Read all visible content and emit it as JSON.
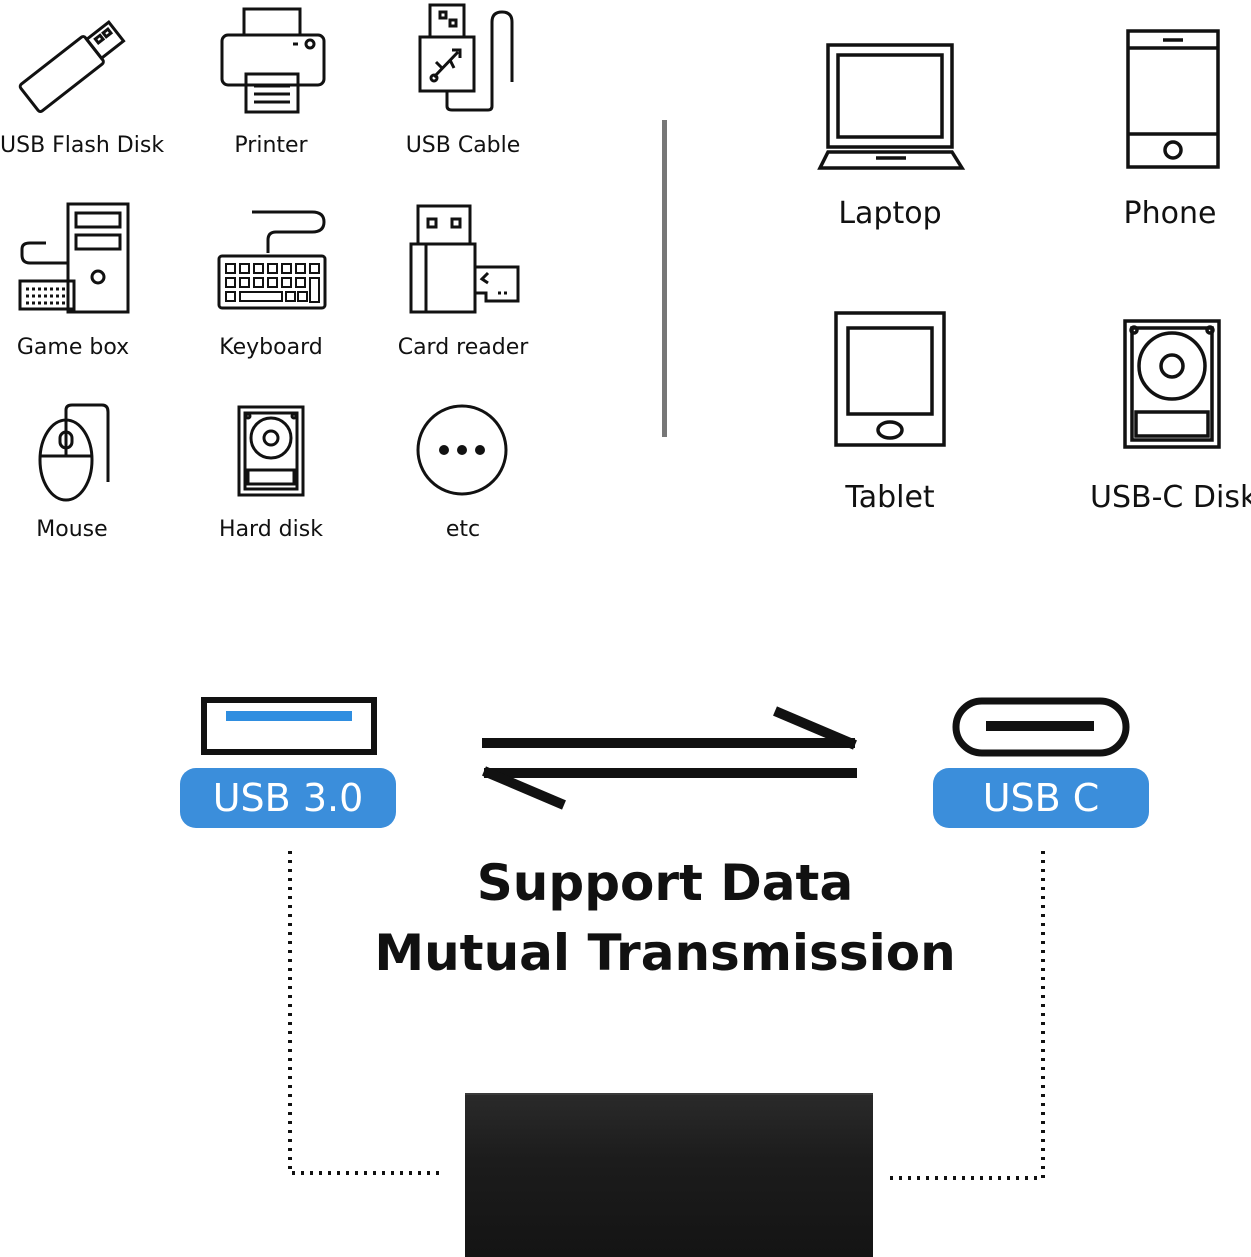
{
  "usb_a_devices": [
    {
      "label": "USB Flash Disk",
      "icon": "usb-flash-disk-icon"
    },
    {
      "label": "Printer",
      "icon": "printer-icon"
    },
    {
      "label": "USB Cable",
      "icon": "usb-cable-icon"
    },
    {
      "label": "Game box",
      "icon": "game-box-icon"
    },
    {
      "label": "Keyboard",
      "icon": "keyboard-icon"
    },
    {
      "label": "Card reader",
      "icon": "card-reader-icon"
    },
    {
      "label": "Mouse",
      "icon": "mouse-icon"
    },
    {
      "label": "Hard disk",
      "icon": "hard-disk-icon"
    },
    {
      "label": "etc",
      "icon": "more-icon"
    }
  ],
  "usb_c_devices": [
    {
      "label": "Laptop",
      "icon": "laptop-icon"
    },
    {
      "label": "Phone",
      "icon": "phone-icon"
    },
    {
      "label": "Tablet",
      "icon": "tablet-icon"
    },
    {
      "label": "USB-C Disk",
      "icon": "usb-c-disk-icon"
    }
  ],
  "ports": {
    "usb_a_label": "USB 3.0",
    "usb_c_label": "USB C"
  },
  "headline": {
    "line1": "Support Data",
    "line2": "Mutual Transmission"
  },
  "colors": {
    "accent": "#3b8edb",
    "port_stripe": "#2f8ee0",
    "device_body": "#1c1c1c",
    "divider": "#777777"
  }
}
